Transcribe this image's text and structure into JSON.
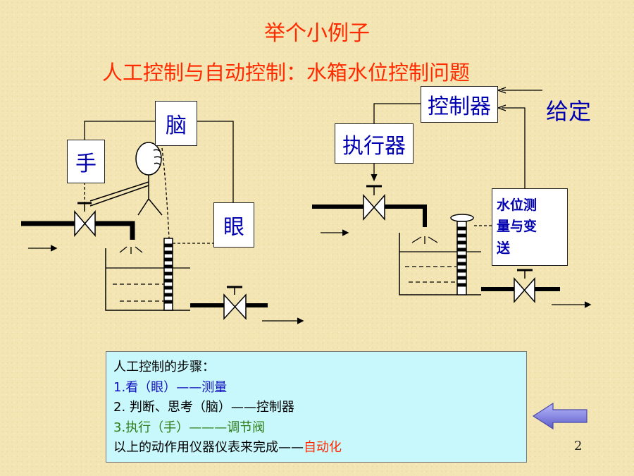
{
  "title": "举个小例子",
  "subtitle": "人工控制与自动控制：水箱水位控制问题",
  "manual": {
    "hand": "手",
    "brain": "脑",
    "eye": "眼"
  },
  "automatic": {
    "controller": "控制器",
    "actuator": "执行器",
    "setpoint": "给定",
    "measurement_line1": "水位测",
    "measurement_line2": "量与变",
    "measurement_line3": "送"
  },
  "steps": {
    "heading": "人工控制的步骤：",
    "step1_prefix": "1.",
    "step1_a": "看（眼）",
    "step1_dash": "——",
    "step1_b": "测量",
    "step2_a": "2. 判断、思考（脑）",
    "step2_dash": "——",
    "step2_b": "控制器",
    "step3_prefix": "3.",
    "step3_a": "执行（手）",
    "step3_dash": "———",
    "step3_b": "调节阀",
    "summary_a": "以上的动作用仪器仪表来完成",
    "summary_dash": "——",
    "summary_b": "自动化"
  },
  "nav": {
    "back_icon": "left-arrow-icon"
  },
  "page_number": "2",
  "colors": {
    "background": "#f4e6b4",
    "title": "#ff2a00",
    "box_text": "#0000b0",
    "panel": "#c8f8fc",
    "arrow_button": "#8a8ae8"
  }
}
